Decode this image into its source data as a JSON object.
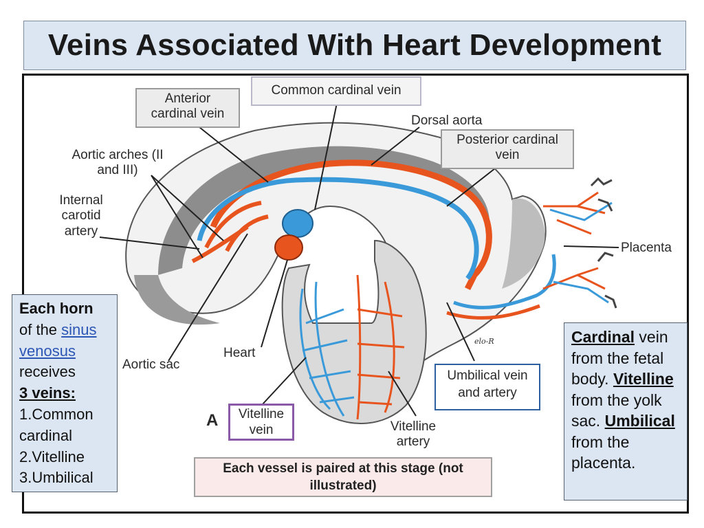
{
  "title": "Veins Associated With Heart Development",
  "labels": {
    "common_cardinal_vein": "Common cardinal vein",
    "anterior_cardinal_vein": "Anterior cardinal vein",
    "dorsal_aorta": "Dorsal aorta",
    "posterior_cardinal_vein": "Posterior cardinal vein",
    "aortic_arches": "Aortic arches (II and III)",
    "internal_carotid_artery": "Internal carotid artery",
    "placenta": "Placenta",
    "aortic_sac": "Aortic sac",
    "heart": "Heart",
    "umbilical_vein_artery": "Umbilical vein and artery",
    "vitelline_vein": "Vitelline vein",
    "vitelline_artery": "Vitelline artery",
    "panel_letter": "A",
    "signature": "elo-R"
  },
  "paired_note": "Each vessel is paired at this stage (not illustrated)",
  "left_box": {
    "heading": "Each horn",
    "line2_pre": "of the ",
    "link1": "sinus",
    "link2": "venosus",
    "line4": "receives",
    "count": "3 veins:",
    "items": [
      "1.Common",
      "cardinal",
      "2.Vitelline",
      "3.Umbilical"
    ]
  },
  "right_box": {
    "cardinal": "Cardinal",
    "cardinal_rest": " vein from the fetal body.",
    "vitelline": "Vitelline",
    "vitelline_rest": " from the yolk sac.",
    "umbilical": "Umbilical",
    "umbilical_rest": " from the placenta."
  },
  "colors": {
    "vein_blue": "#3a9ad9",
    "artery_red": "#e8541e",
    "title_bg": "#dce6f2",
    "vitelline_box_border": "#8a5aa8",
    "umbilical_box_border": "#2e5fa0"
  }
}
